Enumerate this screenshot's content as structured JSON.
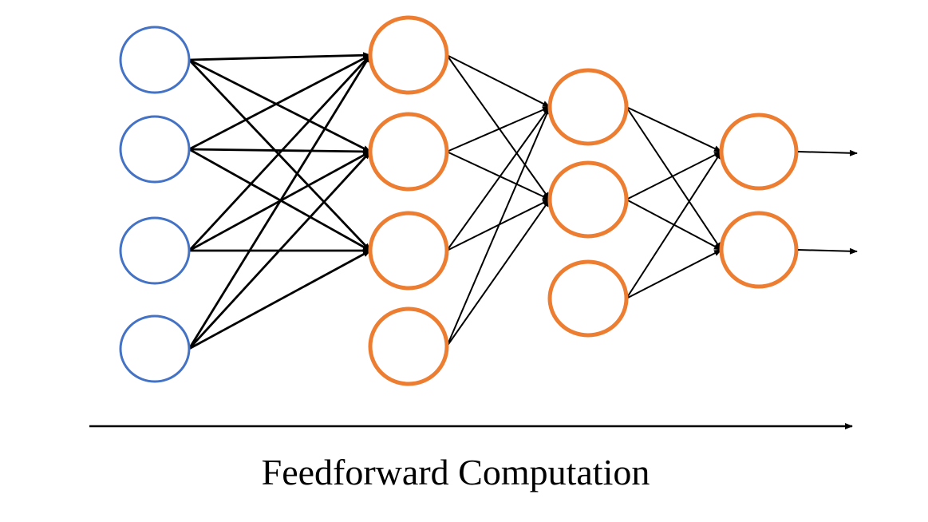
{
  "caption": "Feedforward Computation",
  "colors": {
    "input_node": "#4472C4",
    "hidden_node": "#ED7D31",
    "edge": "#000000",
    "background": "#FFFFFF"
  },
  "network": {
    "layers": [
      {
        "role": "input",
        "node_count": 4
      },
      {
        "role": "hidden",
        "node_count": 4
      },
      {
        "role": "hidden",
        "node_count": 3
      },
      {
        "role": "output",
        "node_count": 2
      }
    ],
    "connections": [
      {
        "from_layer": 0,
        "to_layer": 1,
        "from_nodes": [
          0,
          1,
          2,
          3
        ],
        "to_nodes": [
          0,
          1,
          2
        ]
      },
      {
        "from_layer": 1,
        "to_layer": 2,
        "from_nodes": [
          0,
          1,
          2,
          3
        ],
        "to_nodes": [
          0,
          1
        ]
      },
      {
        "from_layer": 2,
        "to_layer": 3,
        "from_nodes": [
          0,
          1,
          2
        ],
        "to_nodes": [
          0,
          1
        ]
      }
    ],
    "output_arrows": 2
  }
}
